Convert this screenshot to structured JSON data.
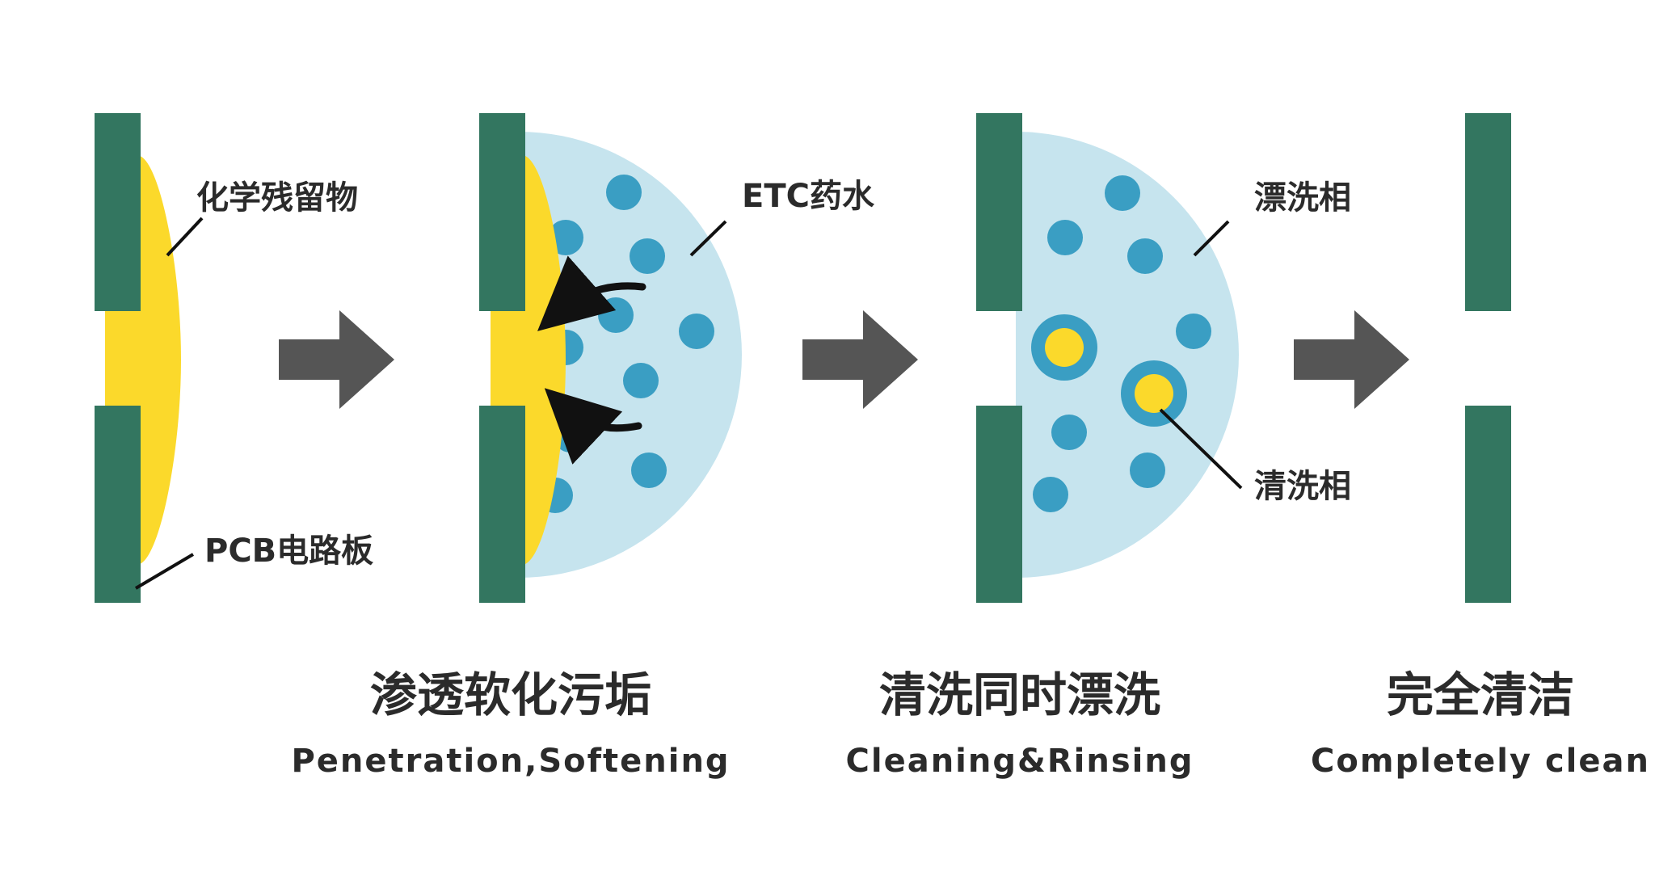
{
  "colors": {
    "pcb_green": "#337660",
    "residue_yellow": "#fbd92b",
    "solution_blue": "#c6e4ee",
    "particle_blue": "#3a9ec3",
    "arrow_gray": "#555555",
    "text_dark": "#2b2b2b"
  },
  "callouts": {
    "residue": "化学残留物",
    "pcb": "PCB电路板",
    "etc": "ETC药水",
    "rinse_phase": "漂洗相",
    "clean_phase": "清洗相"
  },
  "steps": [
    {
      "title_cn": "渗透软化污垢",
      "title_en": "Penetration,Softening"
    },
    {
      "title_cn": "清洗同时漂洗",
      "title_en": "Cleaning&Rinsing"
    },
    {
      "title_cn": "完全清洁",
      "title_en": "Completely clean"
    }
  ],
  "icons": {
    "step_arrow": "right-arrow-icon",
    "penetration_arrow": "curved-arrow-icon"
  }
}
